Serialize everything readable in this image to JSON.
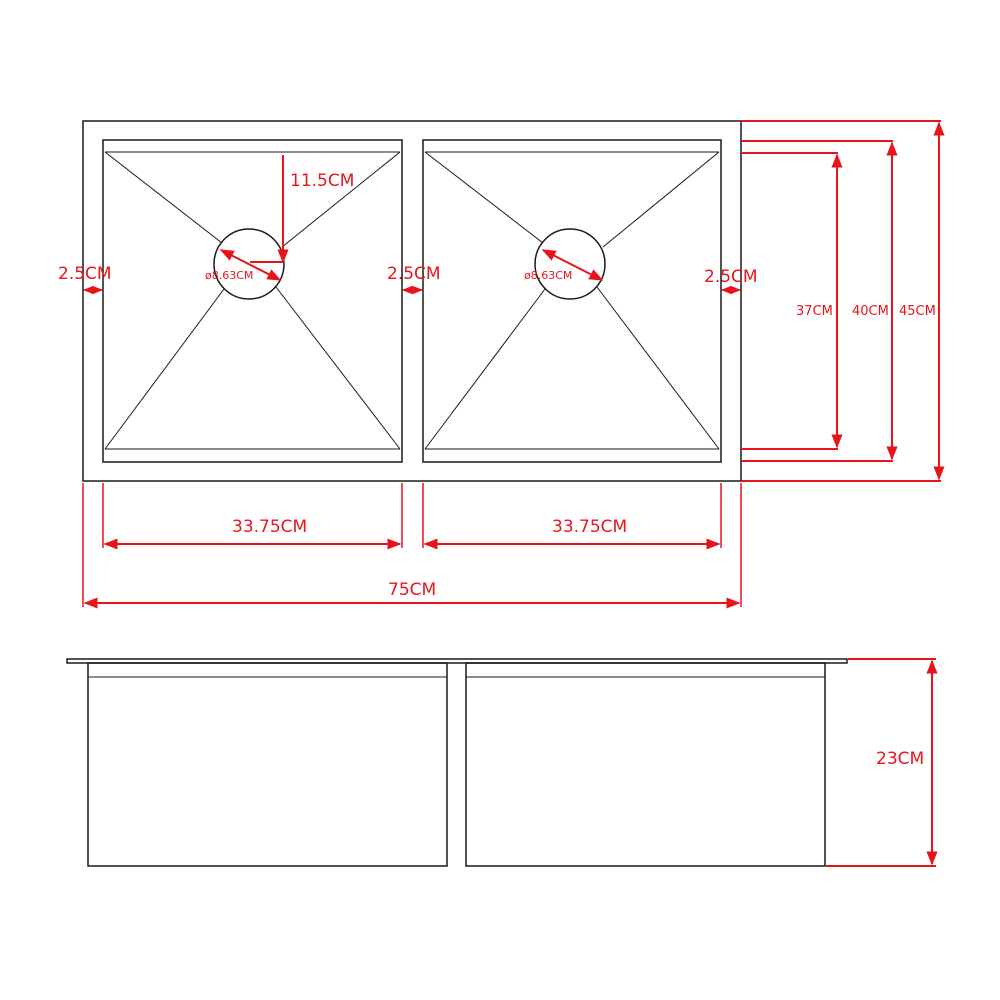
{
  "colors": {
    "dimension": "#e8141c",
    "outline": "#1a1a1a"
  },
  "top_view": {
    "drain_offset": "11.5CM",
    "drain_diameter_left": "ø8.63CM",
    "drain_diameter_right": "ø8.63CM",
    "rim_left": "2.5CM",
    "rim_middle": "2.5CM",
    "rim_right": "2.5CM",
    "bowl_depth_inner": "37CM",
    "bowl_depth_outer": "40CM",
    "total_depth": "45CM",
    "bowl_width_left": "33.75CM",
    "bowl_width_right": "33.75CM",
    "total_width": "75CM"
  },
  "side_view": {
    "height": "23CM"
  }
}
